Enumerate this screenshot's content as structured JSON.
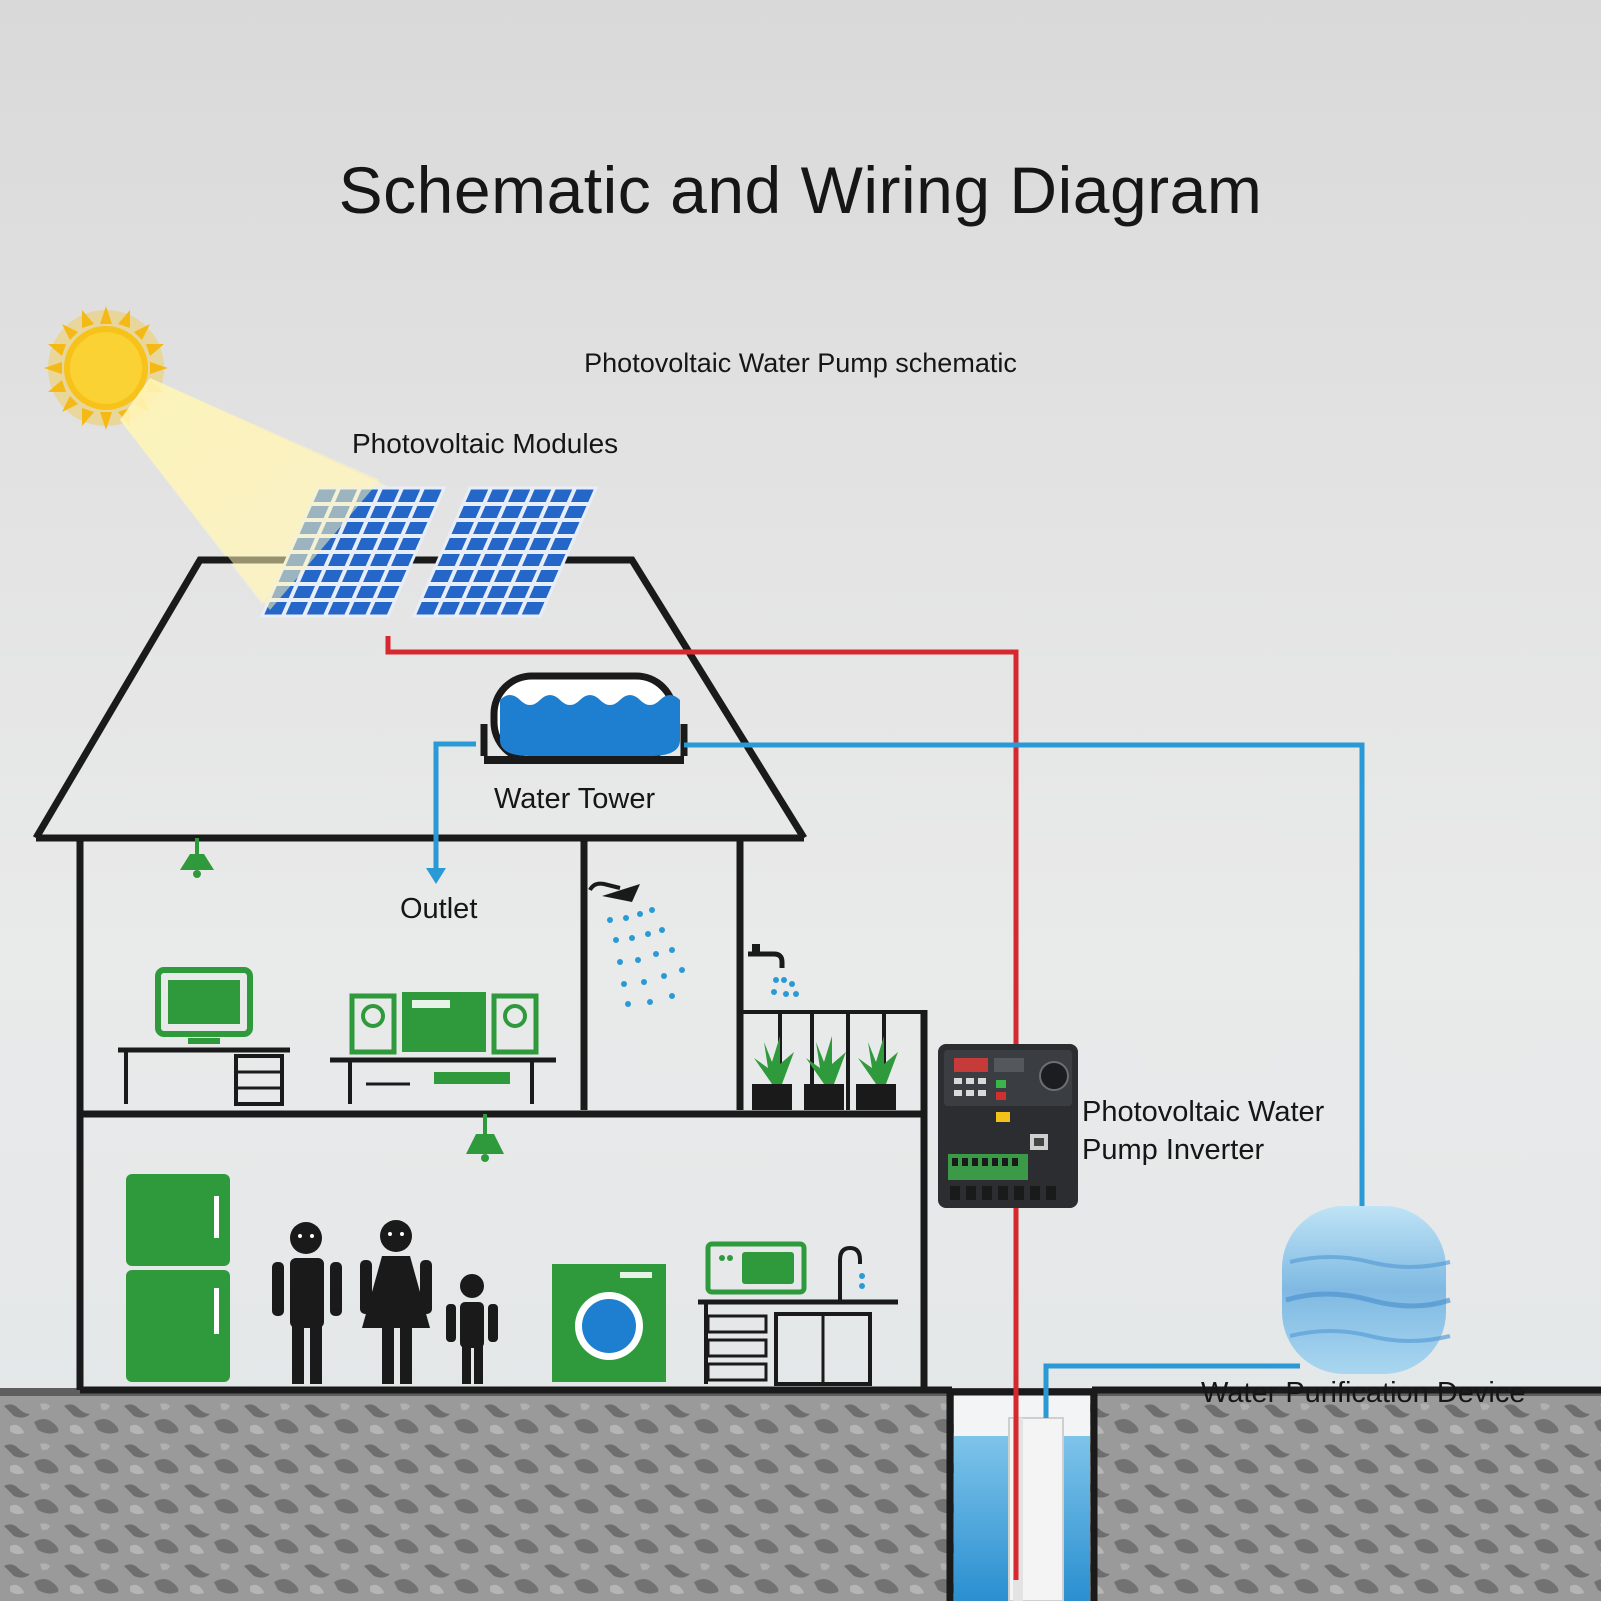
{
  "title": "Schematic and Wiring Diagram",
  "subtitle": "Photovoltaic Water Pump schematic",
  "labels": {
    "modules": "Photovoltaic Modules",
    "tower": "Water Tower",
    "outlet": "Outlet",
    "inverter_line1": "Photovoltaic Water",
    "inverter_line2": "Pump Inverter",
    "purification": "Water Purification Device"
  },
  "icons": [
    "sun-icon",
    "solar-panel-icon",
    "water-tank-icon",
    "lamp-icon",
    "tv-icon",
    "stereo-icon",
    "shower-icon",
    "faucet-icon",
    "plant-icon",
    "fridge-icon",
    "person-icon",
    "washing-machine-icon",
    "kitchen-icon",
    "inverter-device",
    "purifier-tank-icon",
    "well-pump-icon"
  ],
  "colors": {
    "power_wire": "#d8282f",
    "water_pipe": "#2a9ad6",
    "house_outline": "#1a1a1a",
    "appliance_green": "#2f9a3c",
    "ground": "#8a8a8a"
  }
}
